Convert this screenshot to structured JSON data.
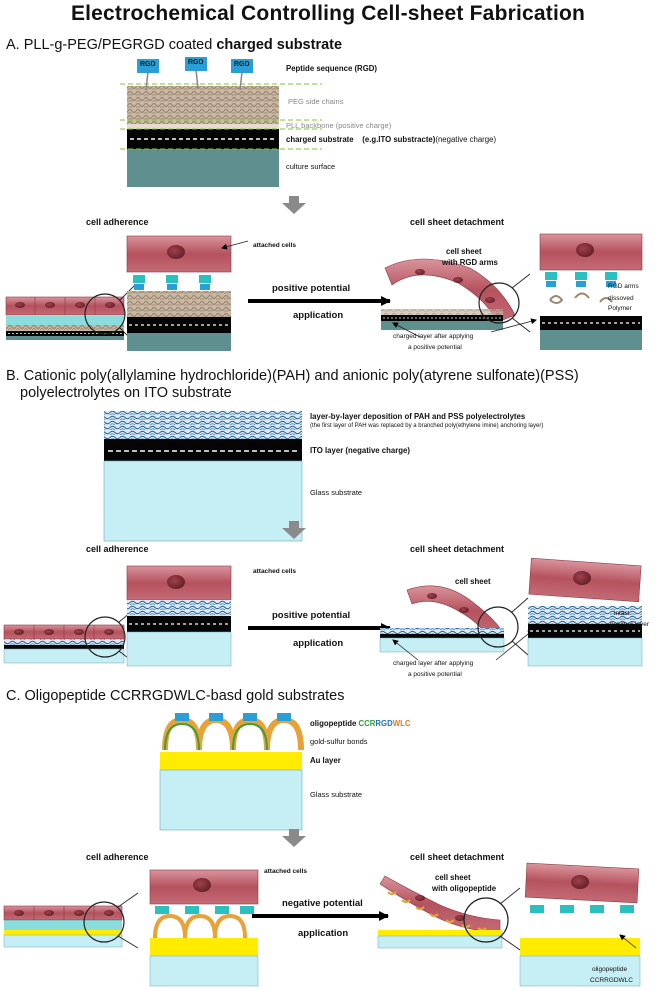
{
  "title": "Electrochemical Controlling Cell-sheet Fabrication",
  "sections": {
    "a": {
      "heading_pre": "A. PLL-g-PEG/PEGRGD coated ",
      "heading_bold": "charged substrate",
      "peptide_tag": "RGD",
      "layers": {
        "peptide": "Peptide sequence (RGD)",
        "peg": "PEG side chains",
        "pll": "PLL backbone  (positive charge)",
        "charged_pre": "charged substrate",
        "charged_mid": "(e.g.ITO substracte)",
        "charged_post": "(negative charge)",
        "culture": "culture surface"
      },
      "cell_adherence": "cell adherence",
      "attached_cells": "attached cells",
      "arrow_top": "positive potential",
      "arrow_bottom": "application",
      "cell_sheet_detachment": "cell sheet detachment",
      "sheet_label_1": "cell  sheet",
      "sheet_label_2": "with RGD arms",
      "rgd_arms": "RGD arms",
      "dissolved_1": "dissoved",
      "dissolved_2": "Polymer",
      "charged_layer_1": "charged layer after applying",
      "charged_layer_2": "a positive potential"
    },
    "b": {
      "heading_1": "B. Cationic poly(allylamine hydrochloride)(PAH) and anionic poly(atyrene sulfonate)(PSS)",
      "heading_2": "polyelectrolytes on ITO substrate",
      "layers": {
        "lbl": "layer-by-layer deposition of PAH and PSS polyelectrolytes",
        "lbl_note": "(the first layer of PAH was replaced by a branched poly(ethylene imine) anchoring layer)",
        "ito": "ITO layer   (negative charge)",
        "glass": "Glass substrate"
      },
      "cell_adherence": "cell adherence",
      "attached_cells": "attached cells",
      "arrow_top": "positive potential",
      "arrow_bottom": "application",
      "cell_sheet_detachment": "cell sheet detachment",
      "sheet_label": "cell   sheet",
      "intact_1": "intact",
      "intact_2": "polymer layer",
      "charged_layer_1": "charged layer after applying",
      "charged_layer_2": "a positive potential"
    },
    "c": {
      "heading": "C. Oligopeptide CCRRGDWLC-basd gold substrates",
      "layers": {
        "oligo_pre": "oligopeptide ",
        "oligo_ccr": "CCR",
        "oligo_rgd": "RGD",
        "oligo_wlc": "WLC",
        "gold_sulfur": "gold-sulfur bonds",
        "au": "Au   layer",
        "glass": "Glass substrate"
      },
      "cell_adherence": "cell adherence",
      "attached_cells": "attached cells",
      "arrow_top": "negative potential",
      "arrow_bottom": "application",
      "cell_sheet_detachment": "cell sheet detachment",
      "sheet_label_1": "cell  sheet",
      "sheet_label_2": "with oligopeptide",
      "oligo_label_1": "oligopeptide",
      "oligo_label_2": "CCRRGDWLC"
    }
  },
  "colors": {
    "cell": "#b5525e",
    "nucleus": "#7a2a33",
    "culture": "#5f8f8f",
    "glass": "#c6eef5",
    "polymer_tan": "#b09c84",
    "polyelectrolyte_blue": "#2a6b9a",
    "gold": "#ffec00",
    "linker": "#2bc0c0",
    "rgd_tag": "#2a9fd6",
    "grey_arrow": "#8a8a8a"
  }
}
